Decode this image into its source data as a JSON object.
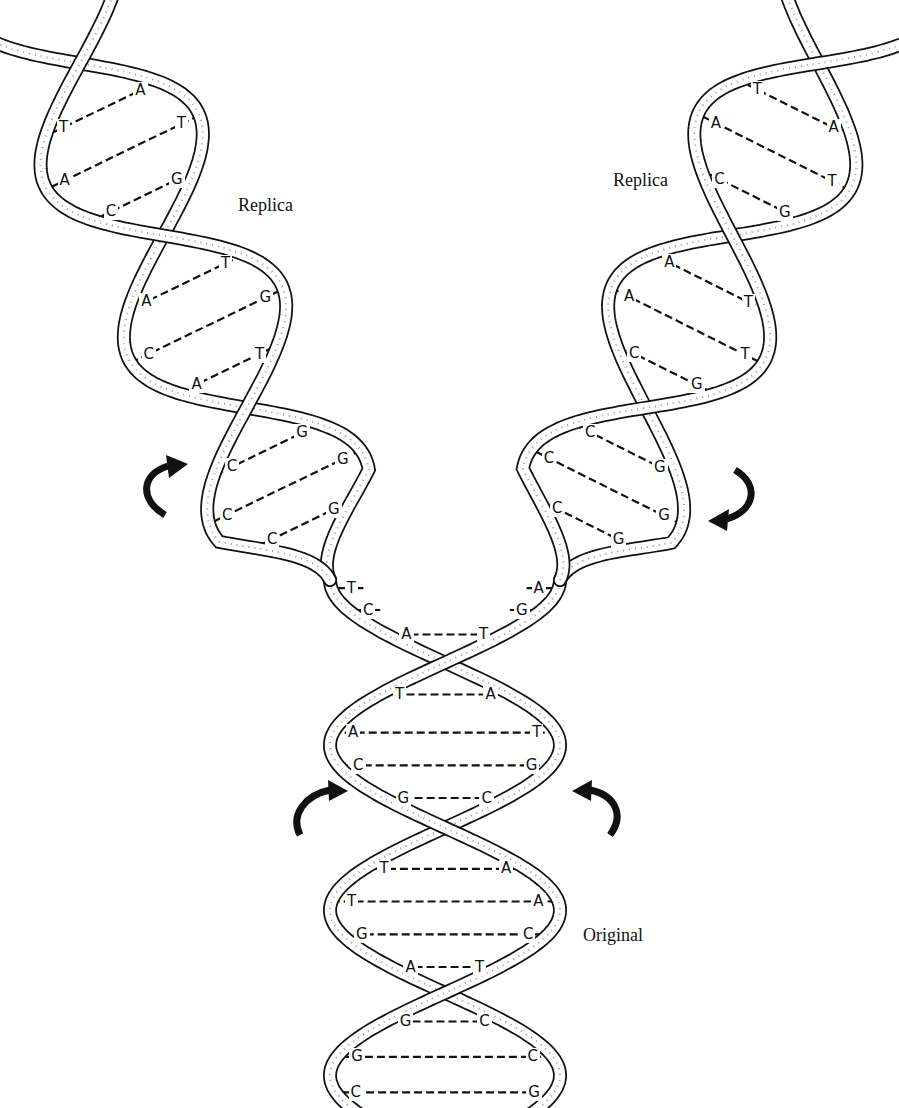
{
  "diagram": {
    "labels": [
      "Replica",
      "Replica",
      "A",
      "T",
      "T",
      "A",
      "G",
      "C",
      "A",
      "T",
      "C",
      "G",
      "A",
      "T",
      "G",
      "C",
      "G",
      "C",
      "G",
      "C",
      "A",
      "T",
      "T",
      "A",
      "G",
      "C",
      "A",
      "T",
      "A",
      "T",
      "C",
      "G",
      "G",
      "C",
      "G",
      "C",
      "G",
      "C",
      "T",
      "A",
      "C",
      "G",
      "A",
      "T",
      "A",
      "T",
      "T",
      "A",
      "G",
      "C",
      "C",
      "G",
      "T",
      "A",
      "T",
      "A",
      "G",
      "C",
      "A",
      "T",
      "C",
      "G",
      "C",
      "G",
      "G",
      "C",
      "Original"
    ]
  }
}
